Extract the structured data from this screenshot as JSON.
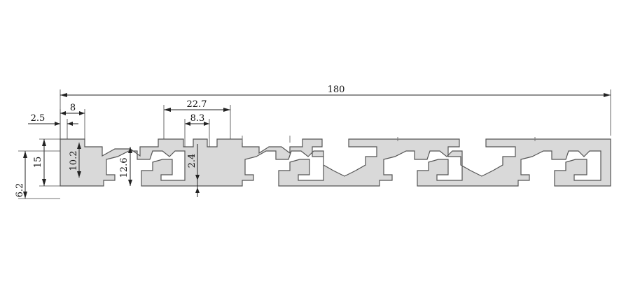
{
  "colors": {
    "profile_fill": "#d9d9d9",
    "profile_stroke": "#555555",
    "dimension": "#222222"
  },
  "dimensions": {
    "overall_width": "180",
    "slot_pitch": "22.7",
    "slot_opening": "8.3",
    "edge_width": "8",
    "edge_offset": "2.5",
    "overall_height": "15",
    "inner_height": "10.2",
    "slot_depth": "12.6",
    "web_thickness": "2.4",
    "base_thickness": "6.2"
  }
}
